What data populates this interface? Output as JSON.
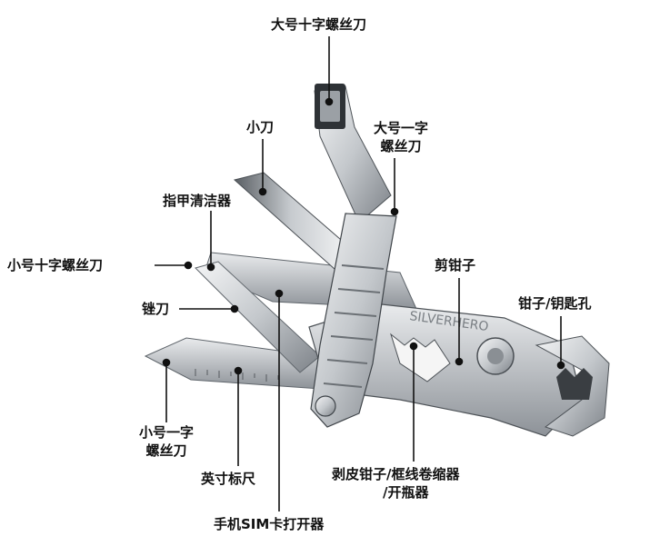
{
  "diagram": {
    "colors": {
      "label_text": "#111111",
      "leader_line": "#111111",
      "steel_light": "#e6e8ea",
      "steel_dark": "#6e7378"
    },
    "labels": {
      "large_phillips": "大号十字螺丝刀",
      "small_knife": "小刀",
      "large_flat_line1": "大号一字",
      "large_flat_line2": "螺丝刀",
      "nail_cleaner": "指甲清洁器",
      "small_phillips": "小号十字螺丝刀",
      "wire_cutter": "剪钳子",
      "file": "锉刀",
      "pliers_key": "钳子/钥匙孔",
      "small_flat_line1": "小号一字",
      "small_flat_line2": "螺丝刀",
      "inch_ruler": "英寸标尺",
      "stripper_line1": "剥皮钳子/框线卷缩器",
      "stripper_line2": "/开瓶器",
      "sim_opener": "手机SIM卡打开器"
    },
    "engraving": "SILVERHERO"
  }
}
